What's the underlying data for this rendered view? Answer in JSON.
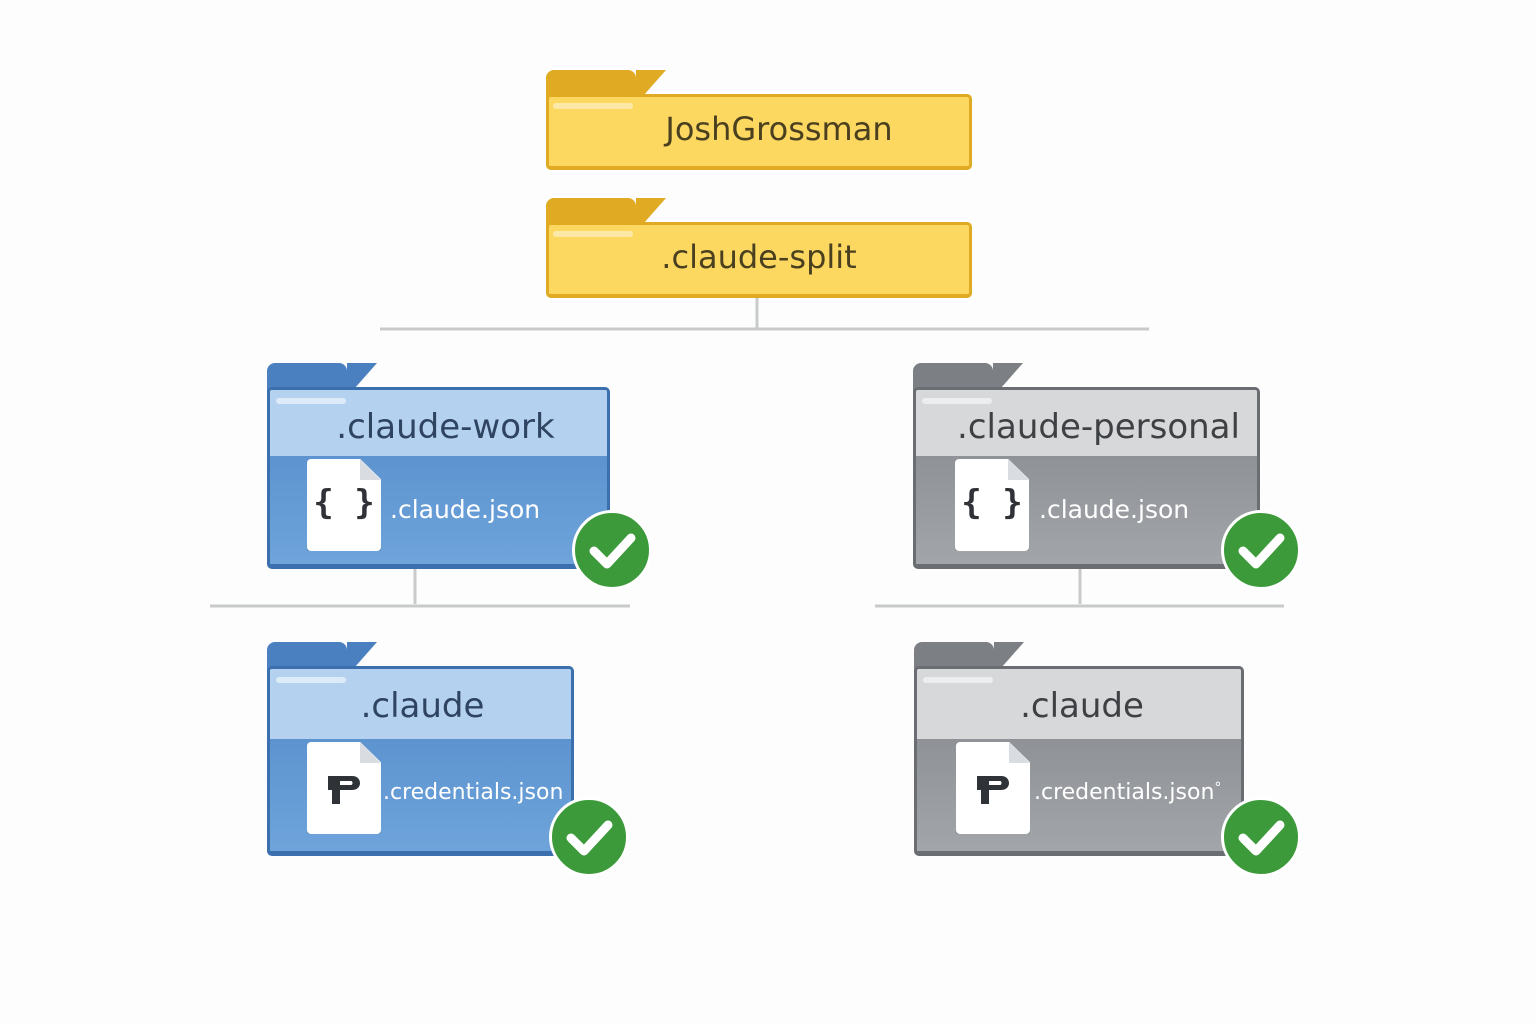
{
  "root": {
    "label": "JoshGrossman"
  },
  "split": {
    "label": ".claude-split"
  },
  "work": {
    "label": ".claude-work",
    "file": ".claude.json",
    "file_icon": "json-braces-icon",
    "child": {
      "label": ".claude",
      "file": ".credentials.json",
      "file_icon": "key-icon"
    }
  },
  "personal": {
    "label": ".claude-personal",
    "file": ".claude.json",
    "file_icon": "json-braces-icon",
    "child": {
      "label": ".claude",
      "file": ".credentials.json",
      "file_icon": "key-icon",
      "file_suffix": "°"
    }
  },
  "glyphs": {
    "json": "{ }"
  },
  "colors": {
    "yellow": "#fcd860",
    "blue": "#6ba0d8",
    "grey": "#9ea1a5",
    "check": "#3c9a3a",
    "connector": "#c9cacc"
  }
}
